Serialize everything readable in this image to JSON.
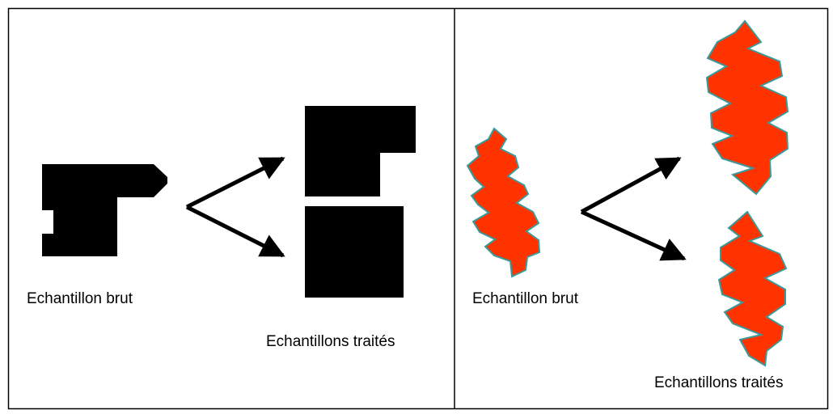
{
  "panels": [
    {
      "raw_label": "Echantillon brut",
      "processed_label": "Echantillons traités",
      "shape_fill": "#000000",
      "shape_stroke": "#000000"
    },
    {
      "raw_label": "Echantillon brut",
      "processed_label": "Echantillons traités",
      "shape_fill": "#ff3300",
      "shape_stroke": "#3a9a9a"
    }
  ],
  "frame_color": "#000000",
  "arrow_color": "#000000"
}
